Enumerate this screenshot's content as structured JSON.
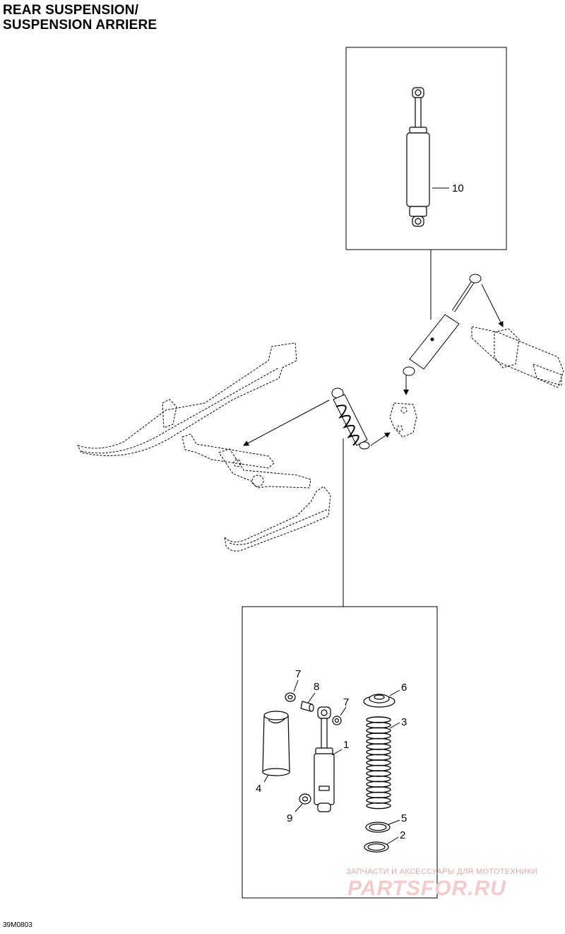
{
  "title": {
    "line1": "REAR SUSPENSION/",
    "line2": "SUSPENSION ARRIERE"
  },
  "diagram_code": "39M0803",
  "watermark": {
    "tagline": "ЗАПЧАСТИ И АКСЕССУАРЫ ДЛЯ МОТОТЕХНИКИ",
    "brand": "PARTSFOR.RU",
    "color": "#e8a0a0"
  },
  "callouts": {
    "p10": "10",
    "p7a": "7",
    "p8": "8",
    "p7b": "7",
    "p1": "1",
    "p4": "4",
    "p9": "9",
    "p6": "6",
    "p3": "3",
    "p5": "5",
    "p2": "2"
  }
}
